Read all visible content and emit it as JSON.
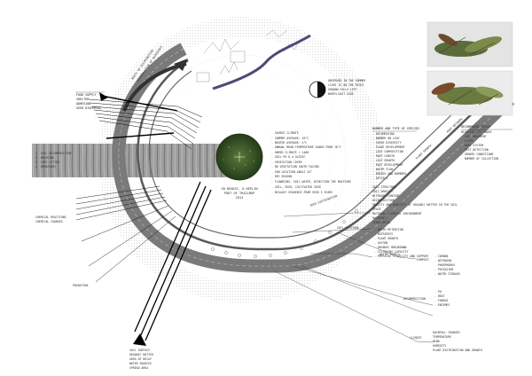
{
  "colors": {
    "background": "#ffffff",
    "band": "#7a7a7a",
    "band_dark": "#4a4a4a",
    "stream": "#4b4a78",
    "core": "#3a5a2a",
    "line": "#111111",
    "dot": "#c8c8c8"
  },
  "center_caption": [
    "SB BEADSY, D.HEPLIN",
    "PART OF TRAILMAP",
    "2014"
  ],
  "center_notes": [
    "- SOURCE CLIMATE",
    "- SUMMER AVERAGE: 26°C",
    "- WINTER AVERAGE: 4°C",
    "- ANNUAL MEAN TEMPERATURE RANGE FROM 18°C",
    "- HUMID CLIMATE > 1400",
    "- SOIL PH 6.4 ACIDIC",
    "- VEGETATION COVER",
    "- NO VEGETATION SOUTH FACING",
    "- SUN LOCATION ANGLE 34°",
    "- DRY SEASON",
    "- FLOWERING, SOIL WATER, DIRECTION THE MOISTURE",
    "- SOIL, SEED, CULTIVATED SEED",
    "- BIOLOGY SEQUENCE FROM SEED 5 YEARS"
  ],
  "moon_label": [
    "OBSERVED IN THE SUMMER",
    "LIGHT IS ON THE RIGHT",
    "SHADOW FALLS LEFT",
    "NORTH-EAST SIDE"
  ],
  "tl_labels": [
    "FOOD SUPPLY",
    "SHELTER",
    "ADHESION",
    "SEED DISPERSAL"
  ],
  "arc_top_label": [
    "ROOTS OF DISTRIBUTION",
    "ACCUMULATION OF NUTRIENTS"
  ],
  "left_labels": [
    "1. SOIL DECOMPOSITION",
    "2. BREEDING",
    "3. LEAF LITTER",
    "4. HERBIVORY"
  ],
  "chem_labels": [
    "CHEMICAL REACTIONS",
    "CHEMICAL CHANGES"
  ],
  "mid_left_label": "PREDATION",
  "bottom_left_labels": [
    "SOIL SURFACE",
    "ORGANIC MATTER",
    "AREA OF DECAY",
    "WATER SOURCES",
    "SPREAD AREA"
  ],
  "right_list": [
    "NUMBER AND TYPE OF SPECIES",
    "- DECOMPOSING",
    "- NUMBER ON LEAF",
    "- SEEDS DIVERSITY",
    "- PLANT DEVELOPMENT",
    "- LEAF COMPOSITION",
    "- ROOT LENGTH",
    "- LEAF GROWTH",
    "- ROOT DEVELOPMENT",
    "- WATER FLOW",
    "- BREEDS AND NUMBERS",
    "- DETAILS"
  ],
  "far_right_list": [
    "DECOMPOSED FIELD",
    "BIODIVERSITY INDEX",
    "- SOIL MOVEMENT",
    "- DEPTH",
    "- ROOT SYSTEM",
    "- PEST DETECTION",
    "- GROWTH CONDITIONS",
    "- NUMBER OF COLLECTION"
  ],
  "mid_right_list": [
    "SOIL STRUCTURE",
    "SOIL DENSITY",
    "NITROGEN CONTENT",
    "DECOMPOSITION",
    "QUALITY AND QUANTITY OF ORGANIC MATTER IN THE SOIL",
    "SPACE",
    "MATERIAL CHEMICAL ENVIRONMENT",
    "NUTRIENTS",
    "TERRESTRIAL"
  ],
  "water_list": [
    "- WATER RETENTION",
    "- NUTRIENTS",
    "- PLANT GROWTH",
    "- OXYGEN",
    "- ORGANIC BREAKDOWN",
    "- FILTERING CAPACITY",
    "- PHYSICAL STABILITY AND SUPPORT"
  ],
  "water_label": "SOIL MOISTURE",
  "soil_water_label": "WATER SUPPLY",
  "compost_label": "COMPOST",
  "compost_list": [
    "- CARBON",
    "- NITROGEN",
    "- PHOSPHORUS",
    "- POTASSIUM",
    "- WATER STORAGE"
  ],
  "decompose_label": "DECOMPOSITION",
  "decompose_list": [
    "- PH",
    "- HEAT",
    "- FUNGUS",
    "- ENZYMES"
  ],
  "climate_label": "CLIMATE",
  "climate_list": [
    "RAINFALL CHANGES",
    "TEMPERATURE",
    "WIND",
    "HUMIDITY",
    "PLANT DISTRIBUTION AND GROWTH"
  ],
  "band_labels": [
    "PLANT GROWTH",
    "ROOT NETWORK",
    "SEED DISTRIBUTION"
  ]
}
